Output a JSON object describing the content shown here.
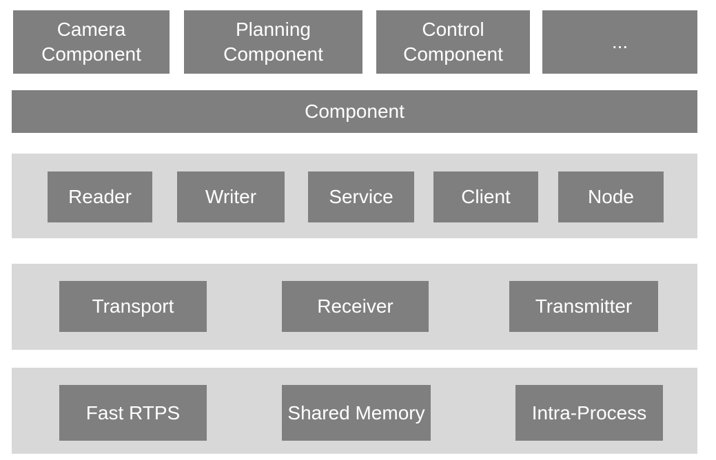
{
  "colors": {
    "background": "#ffffff",
    "box": "#7f7f7f",
    "band": "#d8d8d8",
    "text": "#ffffff"
  },
  "top_row": {
    "camera": "Camera\nComponent",
    "planning": "Planning\nComponent",
    "control": "Control\nComponent",
    "more": "..."
  },
  "component_bar": {
    "label": "Component"
  },
  "entities_band": {
    "reader": "Reader",
    "writer": "Writer",
    "service": "Service",
    "client": "Client",
    "node": "Node"
  },
  "transport_band": {
    "transport": "Transport",
    "receiver": "Receiver",
    "transmitter": "Transmitter"
  },
  "middleware_band": {
    "fast_rtps": "Fast RTPS",
    "shared_memory": "Shared Memory",
    "intra_process": "Intra-Process"
  }
}
